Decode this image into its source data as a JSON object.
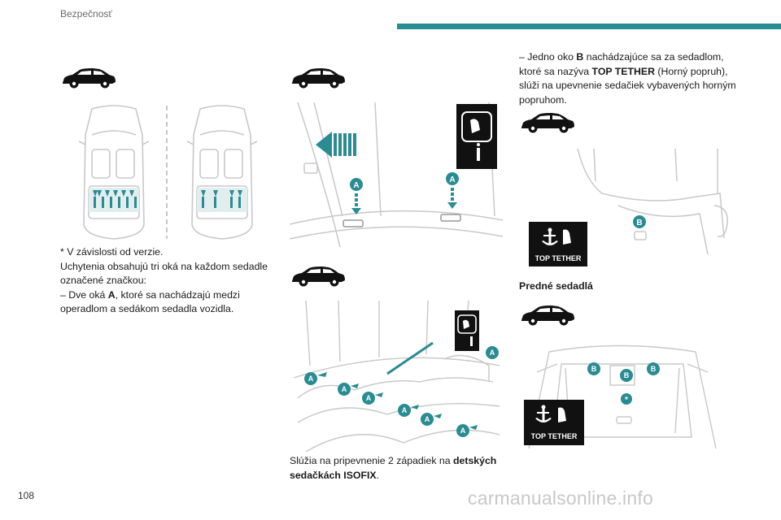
{
  "header": {
    "section_title": "Bezpečnosť",
    "accent_color": "#2a8c93"
  },
  "page_number": "108",
  "watermark": "carmanualsonline.info",
  "col1": {
    "note": "* V závislosti od verzie.",
    "para1": "Uchytenia obsahujú tri oká na každom sedadle označené značkou:",
    "item_a_dash": "– Dve oká ",
    "item_a_letter": "A",
    "item_a_rest": ", ktoré sa nachádzajú medzi operadlom a sedákom sedadla vozidla."
  },
  "col2": {
    "caption_pre": "Slúžia na pripevnenie 2 západiek na ",
    "caption_bold": "detských sedačkách ISOFIX",
    "caption_post": ".",
    "marker_label": "A"
  },
  "col3": {
    "item_b_dash": "– Jedno oko ",
    "item_b_letter": "B",
    "item_b_mid": " nachádzajúce sa za sedadlom, ktoré sa nazýva ",
    "item_b_bold": "TOP TETHER",
    "item_b_rest": " (Horný popruh), slúži na upevnenie sedačiek vybavených horným popruhom.",
    "top_tether_label": "TOP TETHER",
    "marker_label": "B",
    "front_seats_heading": "Predné sedadlá"
  },
  "icons": {
    "car": "car-side-icon",
    "isofix": "isofix-child-seat-icon",
    "top_tether": "top-tether-anchor-icon"
  }
}
